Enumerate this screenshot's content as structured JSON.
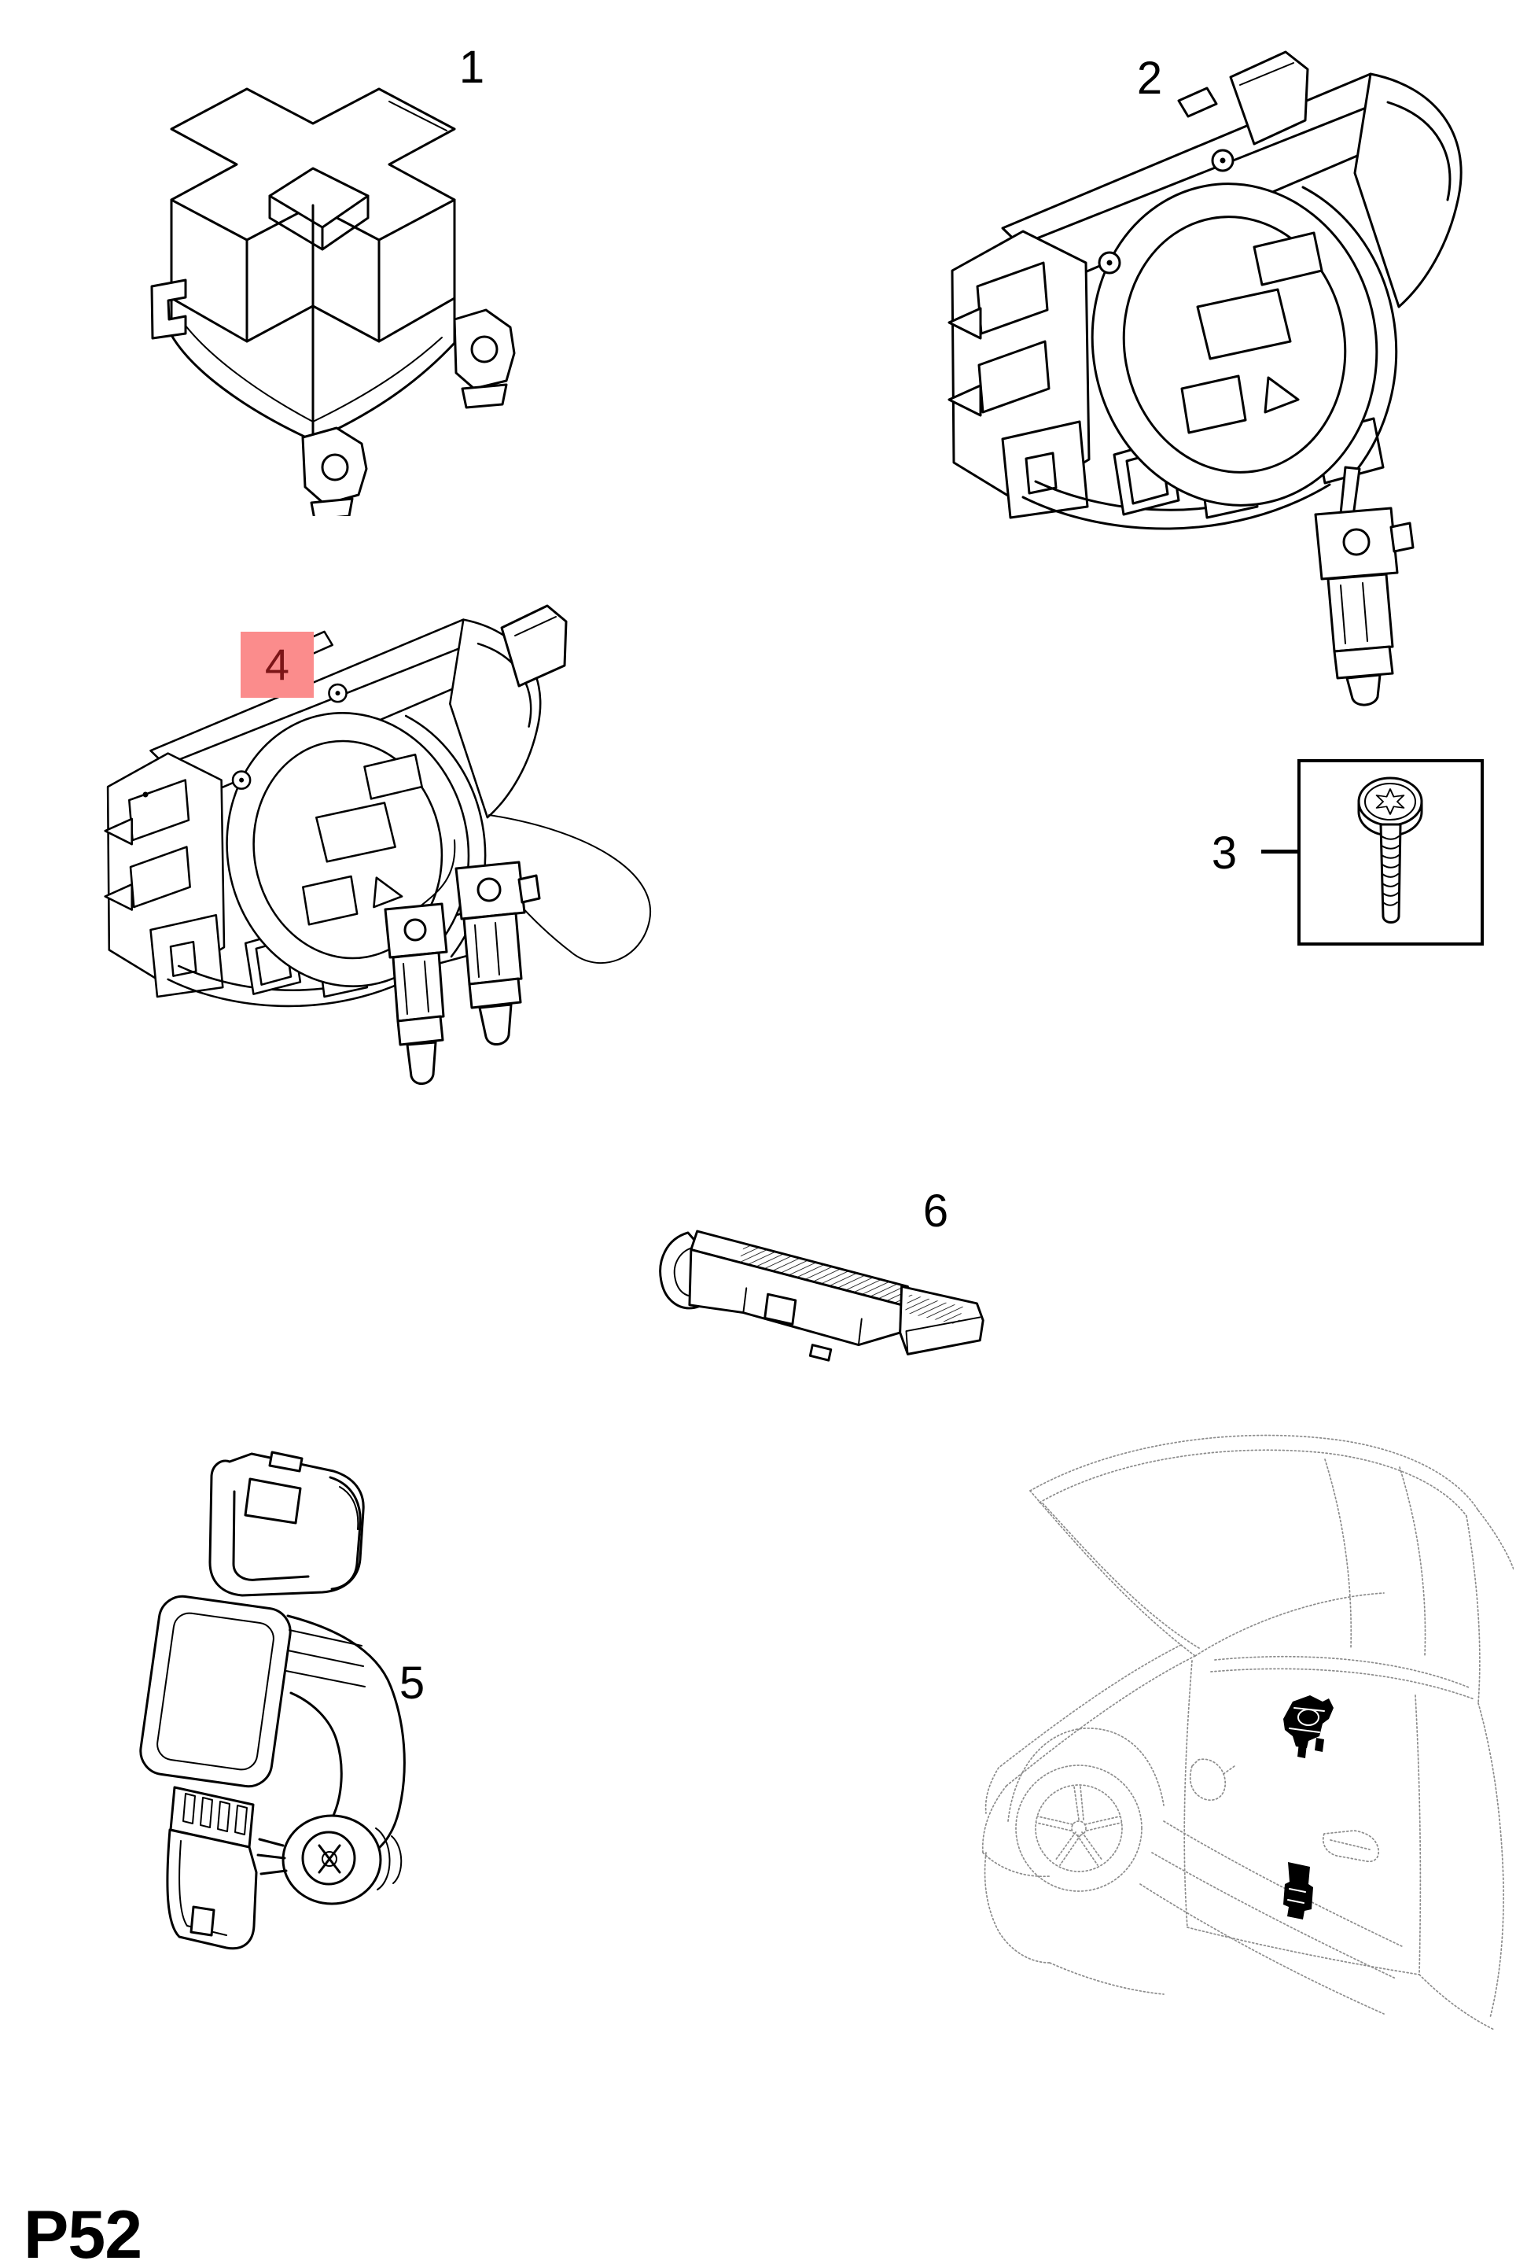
{
  "page_label": "P52",
  "callouts": [
    {
      "label": "1"
    },
    {
      "label": "2"
    },
    {
      "label": "3"
    },
    {
      "label": "4",
      "highlighted": true
    },
    {
      "label": "5"
    },
    {
      "label": "6"
    }
  ],
  "colors": {
    "background": "#ffffff",
    "line": "#000000",
    "ghost": "#8c8c8c",
    "highlight-bg": "#fb8c8c",
    "highlight-fg": "#7c1517"
  }
}
